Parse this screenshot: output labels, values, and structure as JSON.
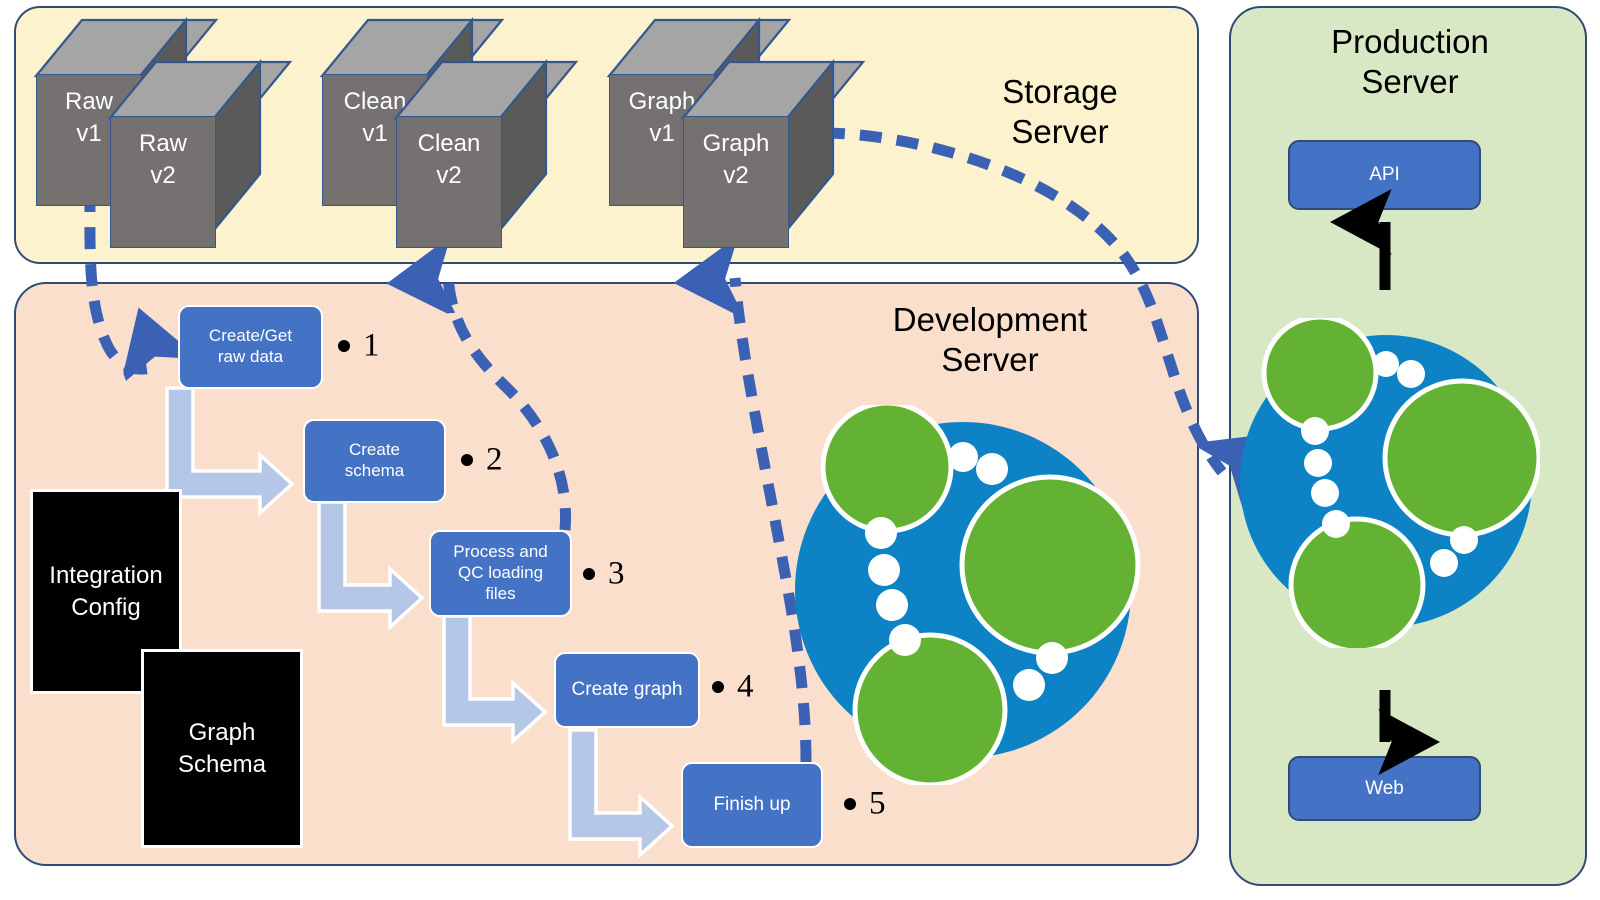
{
  "panels": {
    "storage": {
      "title": "Storage\nServer"
    },
    "development": {
      "title": "Development\nServer"
    },
    "production": {
      "title": "Production\nServer"
    }
  },
  "storage_cubes": [
    {
      "label": "Raw\nv1",
      "version": "v1"
    },
    {
      "label": "Raw\nv2",
      "version": "v2"
    },
    {
      "label": "Clean\nv1",
      "version": "v1"
    },
    {
      "label": "Clean\nv2",
      "version": "v2"
    },
    {
      "label": "Graph\nv1",
      "version": "v1"
    },
    {
      "label": "Graph\nv2",
      "version": "v2"
    }
  ],
  "process_steps": [
    {
      "label": "Create/Get\nraw data",
      "number": "1"
    },
    {
      "label": "Create\nschema",
      "number": "2"
    },
    {
      "label": "Process and\nQC loading\nfiles",
      "number": "3"
    },
    {
      "label": "Create graph",
      "number": "4"
    },
    {
      "label": "Finish up",
      "number": "5"
    }
  ],
  "config_boxes": [
    {
      "label": "Integration\nConfig"
    },
    {
      "label": "Graph\nSchema"
    }
  ],
  "production": {
    "api_label": "API",
    "web_label": "Web"
  },
  "icons": {
    "neo4j_dev": "neo4j-database-icon",
    "neo4j_prod": "neo4j-database-icon"
  },
  "colors": {
    "storage_bg": "#FDF2CE",
    "development_bg": "#FADFCD",
    "production_bg": "#D8E8C5",
    "panel_border": "#2F4B76",
    "process_blue": "#4472C4",
    "arrow_light_blue": "#B4C7E7",
    "dashed_blue": "#3B61B5",
    "cube_front": "#757171",
    "cube_top": "#A5A5A5",
    "cube_side": "#5A5A5A",
    "neo_blue": "#0D82C5",
    "neo_green": "#64B233",
    "note_black": "#000000"
  }
}
